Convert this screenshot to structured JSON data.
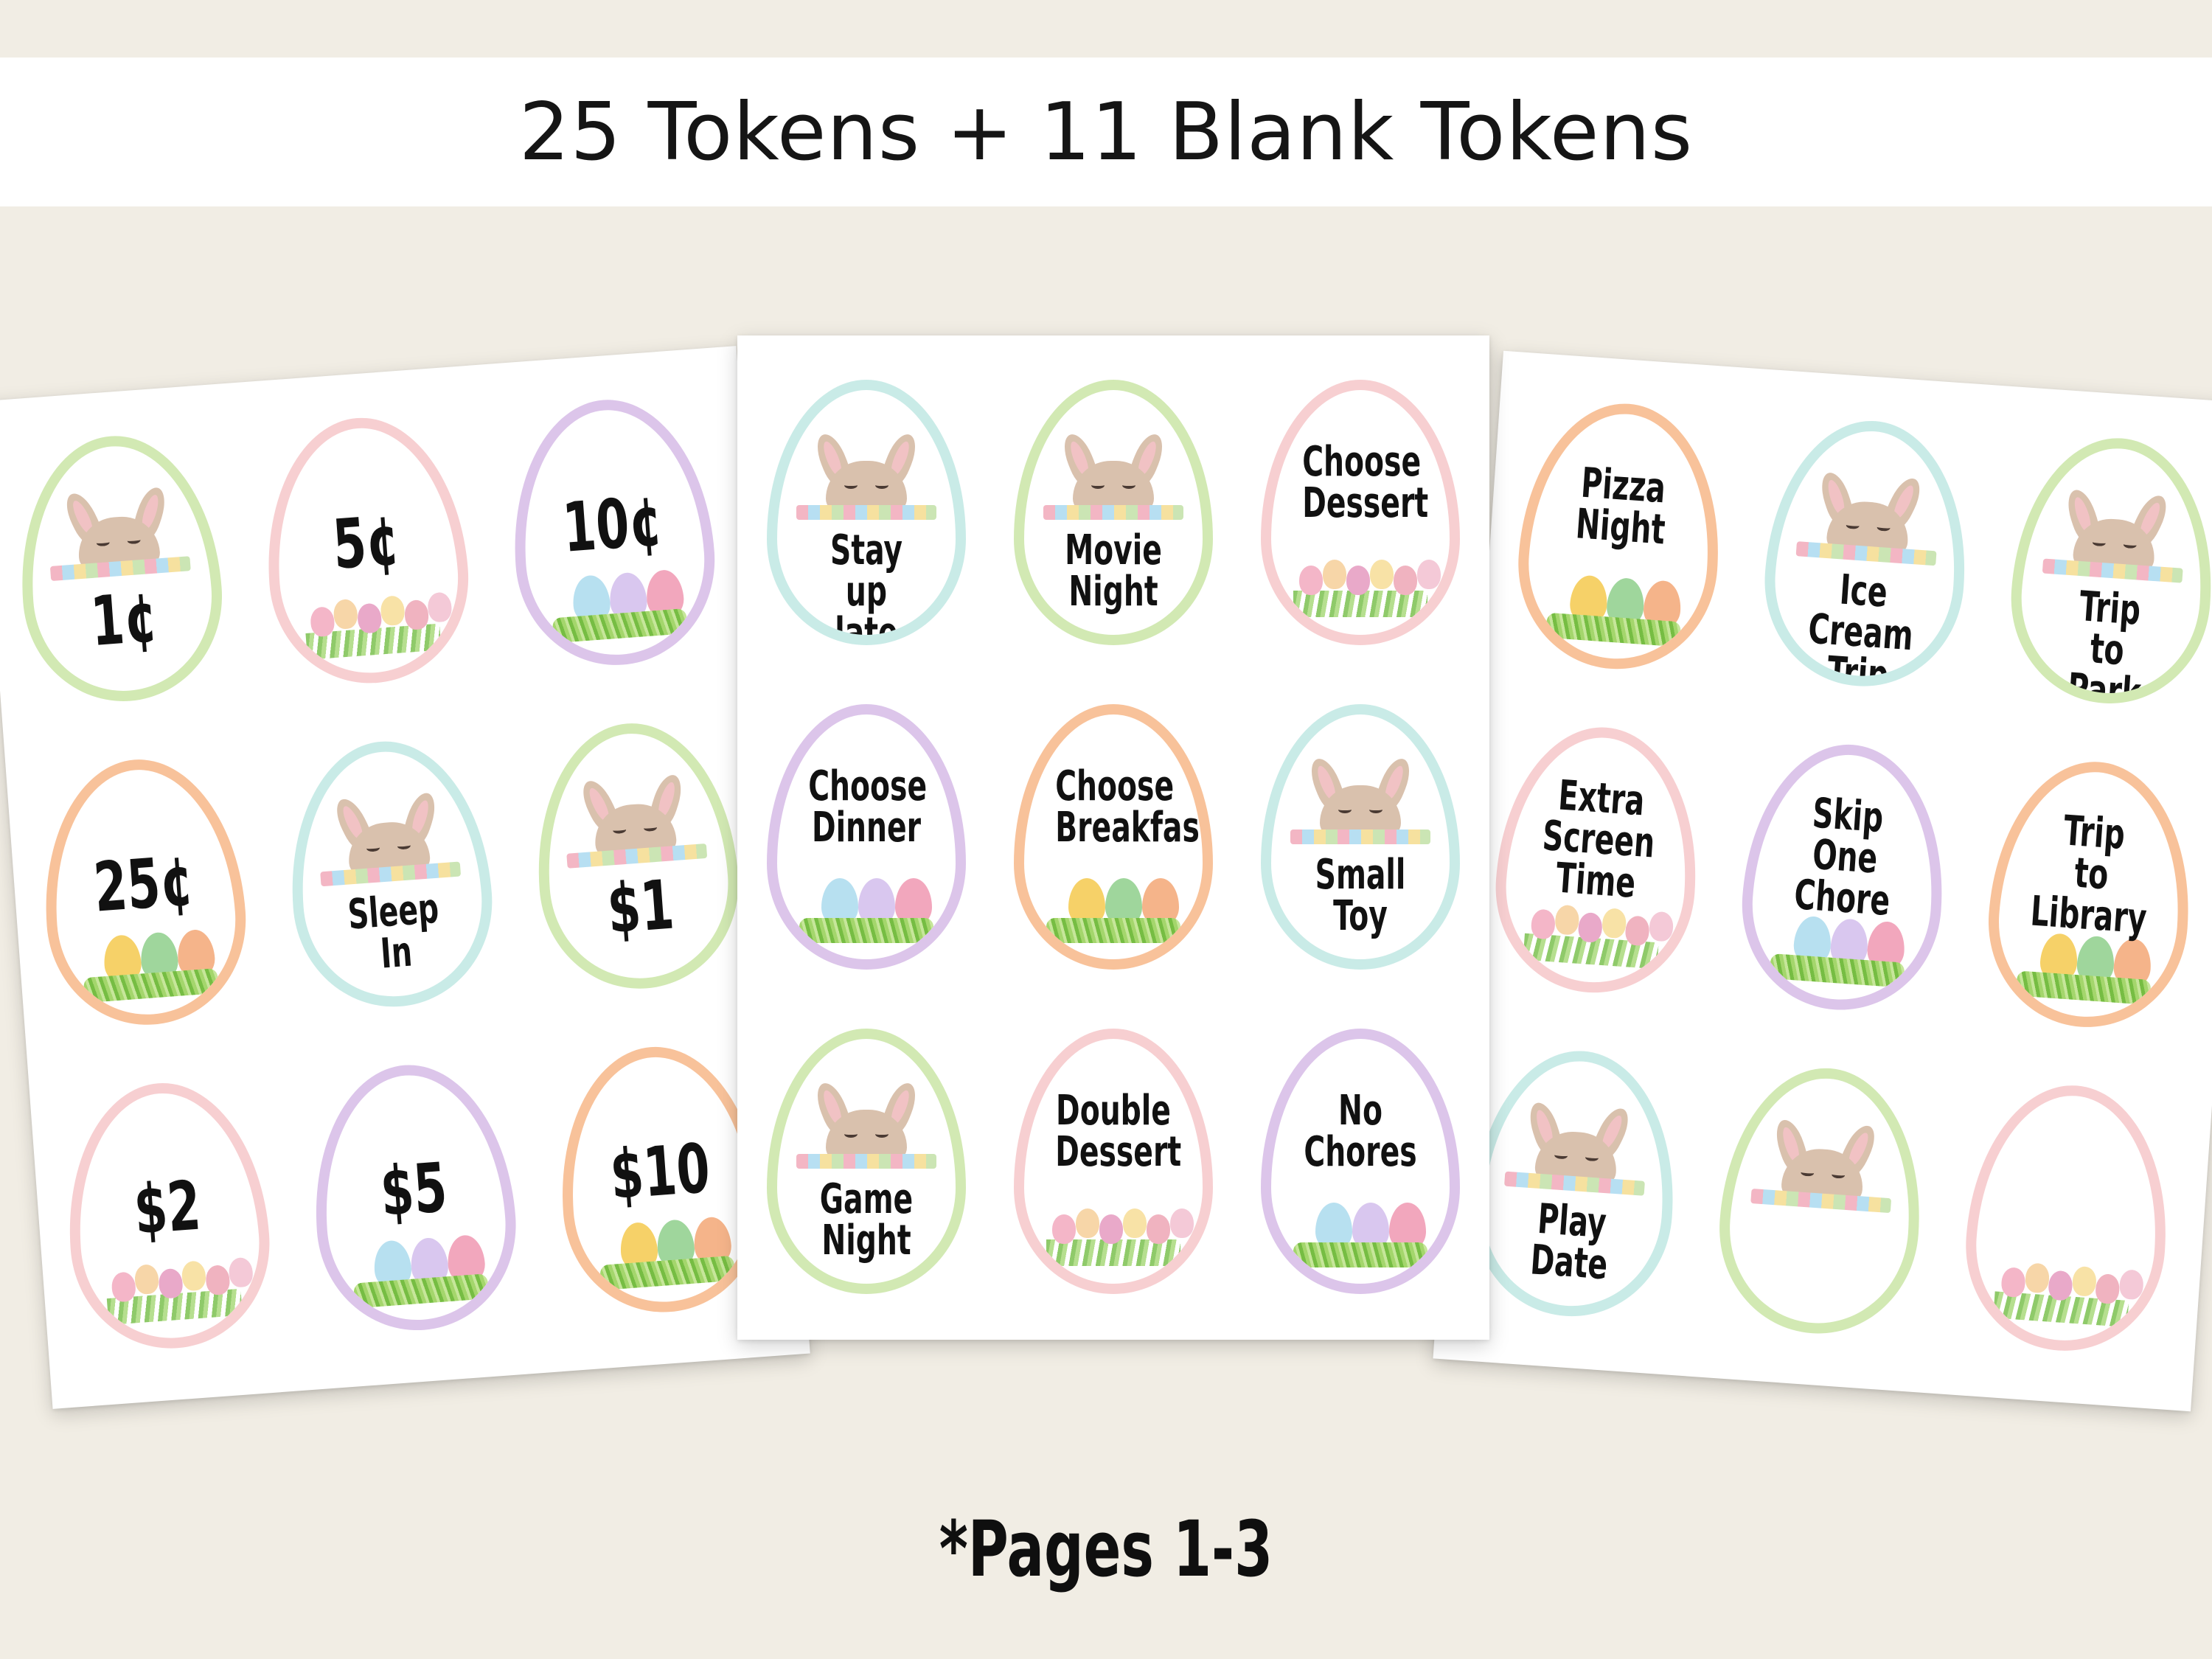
{
  "header": {
    "title": "25 Tokens + 11 Blank Tokens"
  },
  "pages": [
    {
      "tokens": [
        {
          "label": "1¢",
          "color": "green",
          "art": "bunny",
          "kind": "money"
        },
        {
          "label": "5¢",
          "color": "pink",
          "art": "tulips",
          "kind": "money"
        },
        {
          "label": "10¢",
          "color": "purple",
          "art": "eggs",
          "kind": "money"
        },
        {
          "label": "25¢",
          "color": "orange",
          "art": "eggs",
          "kind": "money"
        },
        {
          "label": "Sleep In",
          "color": "teal",
          "art": "bunny",
          "kind": "text"
        },
        {
          "label": "$1",
          "color": "green",
          "art": "bunny",
          "kind": "money"
        },
        {
          "label": "$2",
          "color": "pink",
          "art": "tulips",
          "kind": "money"
        },
        {
          "label": "$5",
          "color": "purple",
          "art": "eggs",
          "kind": "money"
        },
        {
          "label": "$10",
          "color": "orange",
          "art": "eggs",
          "kind": "money"
        }
      ]
    },
    {
      "tokens": [
        {
          "label": "Stay up late",
          "color": "teal",
          "art": "bunny",
          "kind": "text"
        },
        {
          "label": "Movie Night",
          "color": "green",
          "art": "bunny",
          "kind": "text"
        },
        {
          "label": "Choose Dessert",
          "color": "pink",
          "art": "tulips",
          "kind": "text"
        },
        {
          "label": "Choose Dinner",
          "color": "purple",
          "art": "eggs",
          "kind": "text"
        },
        {
          "label": "Choose Breakfast",
          "color": "orange",
          "art": "eggs",
          "kind": "text"
        },
        {
          "label": "Small Toy",
          "color": "teal",
          "art": "bunny",
          "kind": "text"
        },
        {
          "label": "Game Night",
          "color": "green",
          "art": "bunny",
          "kind": "text"
        },
        {
          "label": "Double Dessert",
          "color": "pink",
          "art": "tulips",
          "kind": "text"
        },
        {
          "label": "No Chores",
          "color": "purple",
          "art": "eggs",
          "kind": "text"
        }
      ]
    },
    {
      "tokens": [
        {
          "label": "Pizza Night",
          "color": "orange",
          "art": "eggs",
          "kind": "text"
        },
        {
          "label": "Ice Cream Trip",
          "color": "teal",
          "art": "bunny",
          "kind": "text"
        },
        {
          "label": "Trip to Park",
          "color": "green",
          "art": "bunny",
          "kind": "text"
        },
        {
          "label": "Extra Screen Time",
          "color": "pink",
          "art": "tulips",
          "kind": "text"
        },
        {
          "label": "Skip One Chore",
          "color": "purple",
          "art": "eggs",
          "kind": "text"
        },
        {
          "label": "Trip to Library",
          "color": "orange",
          "art": "eggs",
          "kind": "text"
        },
        {
          "label": "Play Date",
          "color": "teal",
          "art": "bunny",
          "kind": "text"
        },
        {
          "label": "",
          "color": "green",
          "art": "bunny",
          "kind": "blank"
        },
        {
          "label": "",
          "color": "pink",
          "art": "tulips",
          "kind": "blank"
        }
      ]
    }
  ],
  "footer": {
    "note": "*Pages 1-3"
  },
  "palette": {
    "background": "#f1ede4",
    "green": "#d2e9b3",
    "pink": "#f7cfd1",
    "purple": "#dcc5ea",
    "orange": "#f8c29a",
    "teal": "#c9ebe7"
  }
}
